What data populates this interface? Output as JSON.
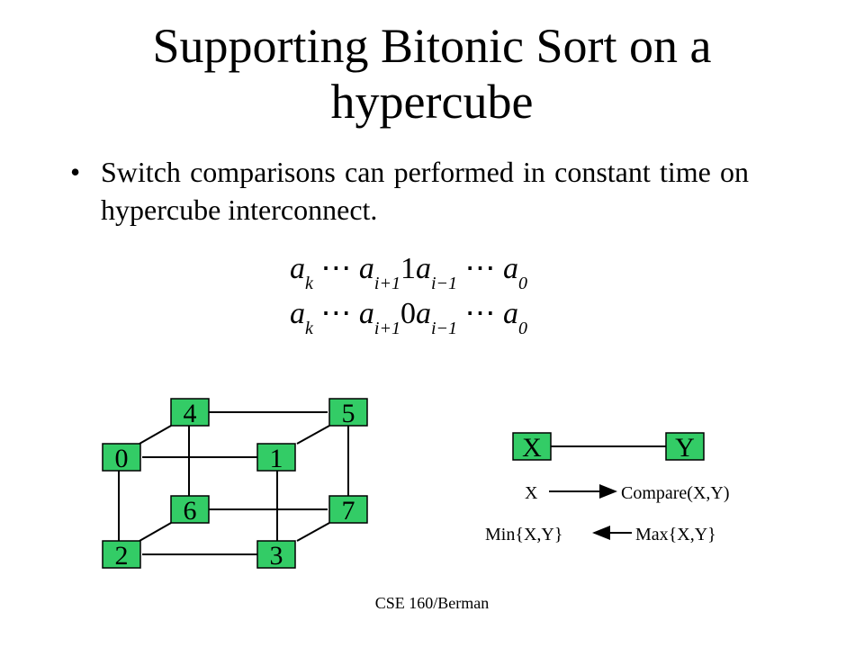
{
  "slide": {
    "title": "Supporting Bitonic Sort on a hypercube",
    "bullet": "Switch comparisons can  performed in constant time on hypercube interconnect.",
    "footer": "CSE 160/Berman"
  },
  "formula": {
    "line1": [
      "a",
      "k",
      "⋯",
      "a",
      "i+1",
      "1",
      "a",
      "i−1",
      "⋯",
      "a",
      "0"
    ],
    "line2": [
      "a",
      "k",
      "⋯",
      "a",
      "i+1",
      "0",
      "a",
      "i−1",
      "⋯",
      "a",
      "0"
    ]
  },
  "hypercube": {
    "nodes": [
      "0",
      "1",
      "2",
      "3",
      "4",
      "5",
      "6",
      "7"
    ],
    "node_color": "#33cc66"
  },
  "compare": {
    "left": "X",
    "right": "Y",
    "step1_from": "X",
    "step1_to": "Compare(X,Y)",
    "step2_to": "Min{X,Y}",
    "step2_from": "Max{X,Y}"
  }
}
